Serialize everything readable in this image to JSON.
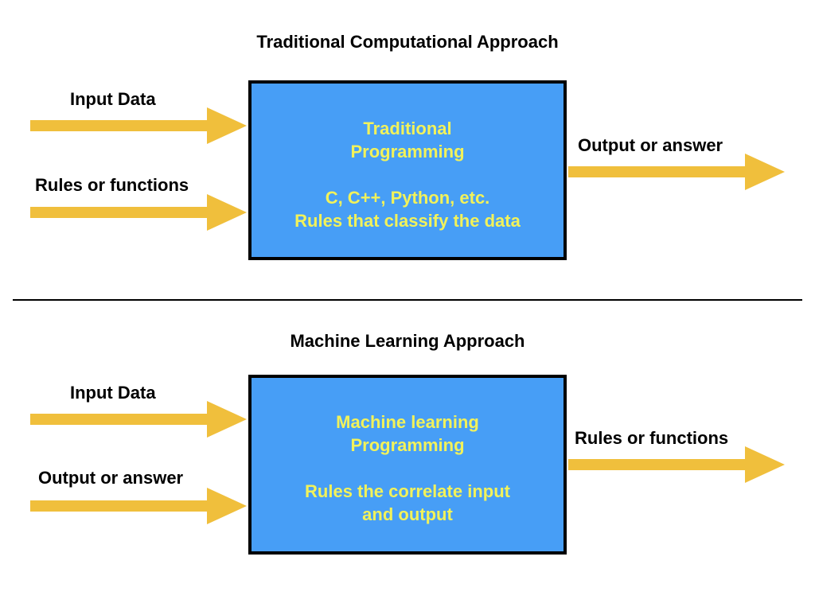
{
  "colors": {
    "arrow": "#f0bf3c",
    "box_fill": "#479ef6",
    "box_border": "#000000",
    "box_text": "#f2f25a",
    "divider": "#000000",
    "label_text": "#000000"
  },
  "traditional": {
    "title": "Traditional Computational Approach",
    "input_label_1": "Input Data",
    "input_label_2": "Rules or functions",
    "output_label": "Output or answer",
    "box": {
      "line_1": "Traditional",
      "line_2": "Programming",
      "line_3": "C, C++, Python, etc.",
      "line_4": "Rules that classify the data"
    }
  },
  "machine_learning": {
    "title": "Machine Learning Approach",
    "input_label_1": "Input Data",
    "input_label_2": "Output or answer",
    "output_label": "Rules or functions",
    "box": {
      "line_1": "Machine learning",
      "line_2": "Programming",
      "line_3": "Rules the correlate input",
      "line_4": "and output"
    }
  }
}
